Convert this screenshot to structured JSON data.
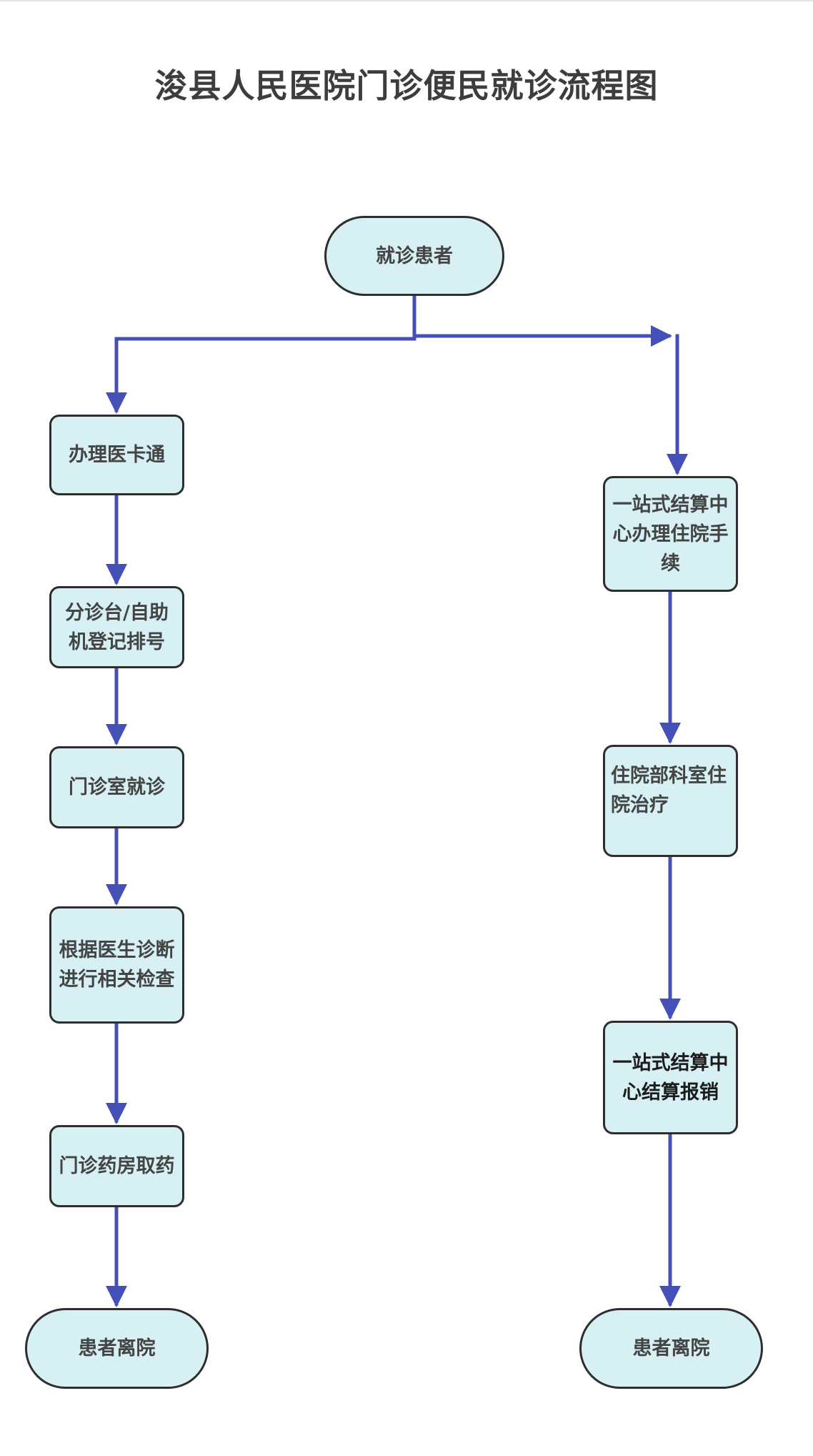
{
  "title": "浚县人民医院门诊便民就诊流程图",
  "colors": {
    "node_fill": "#d6f0f4",
    "node_border": "#2e2e2e",
    "connector": "#4450b8",
    "title_text": "#3d3d3d"
  },
  "nodes": {
    "start": "就诊患者",
    "left": {
      "card": "办理医卡通",
      "triage": "分诊台/自助机登记排号",
      "consult": "门诊室就诊",
      "exam": "根据医生诊断进行相关检查",
      "pharmacy": "门诊药房取药",
      "end": "患者离院"
    },
    "right": {
      "admission": "一站式结算中心办理住院手续",
      "inpatient": "住院部科室住院治疗",
      "settlement": "一站式结算中心结算报销",
      "end": "患者离院"
    }
  },
  "edges": [
    {
      "from": "就诊患者",
      "to": "办理医卡通"
    },
    {
      "from": "就诊患者",
      "to": "一站式结算中心办理住院手续"
    },
    {
      "from": "办理医卡通",
      "to": "分诊台/自助机登记排号"
    },
    {
      "from": "分诊台/自助机登记排号",
      "to": "门诊室就诊"
    },
    {
      "from": "门诊室就诊",
      "to": "根据医生诊断进行相关检查"
    },
    {
      "from": "根据医生诊断进行相关检查",
      "to": "门诊药房取药"
    },
    {
      "from": "门诊药房取药",
      "to": "患者离院"
    },
    {
      "from": "一站式结算中心办理住院手续",
      "to": "住院部科室住院治疗"
    },
    {
      "from": "住院部科室住院治疗",
      "to": "一站式结算中心结算报销"
    },
    {
      "from": "一站式结算中心结算报销",
      "to": "患者离院"
    }
  ]
}
